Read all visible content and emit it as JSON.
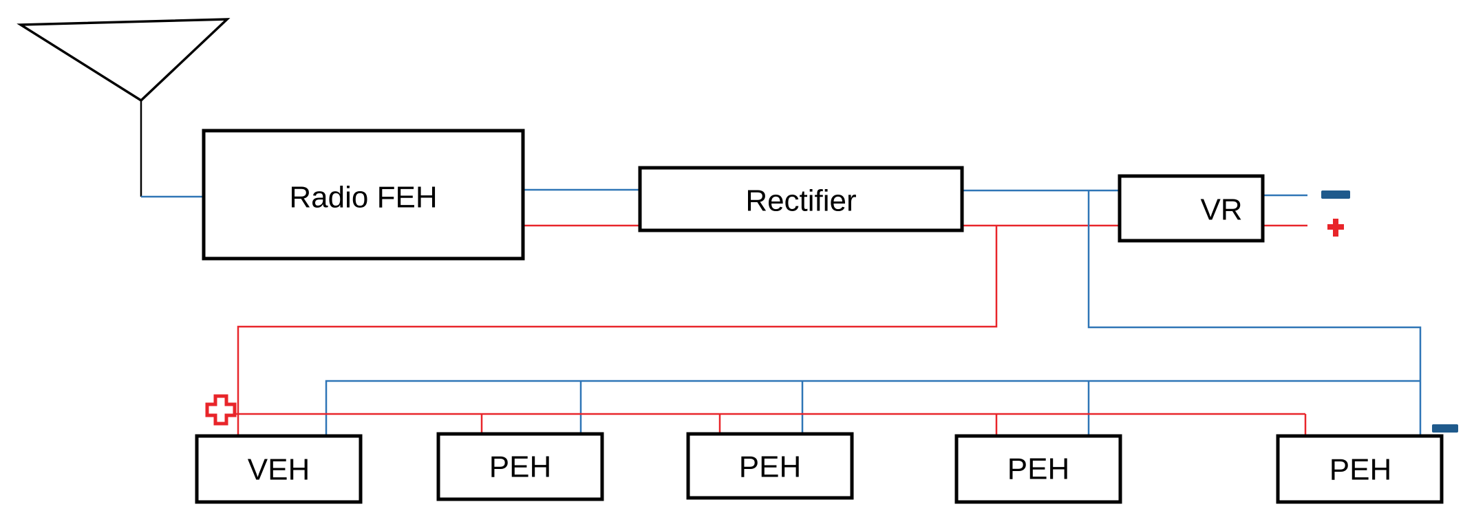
{
  "blocks": {
    "radio_feh": "Radio FEH",
    "rectifier": "Rectifier",
    "vr": "VR",
    "veh": "VEH",
    "peh_1": "PEH",
    "peh_2": "PEH",
    "peh_3": "PEH",
    "peh_4": "PEH"
  },
  "colors": {
    "positive_wire": "#e8252a",
    "negative_wire": "#2e75b6",
    "negative_terminal": "#1f5a8c",
    "outline": "#000000"
  },
  "icons": {
    "antenna": "antenna-icon",
    "plus": "plus-terminal-icon",
    "minus": "minus-terminal-icon"
  }
}
